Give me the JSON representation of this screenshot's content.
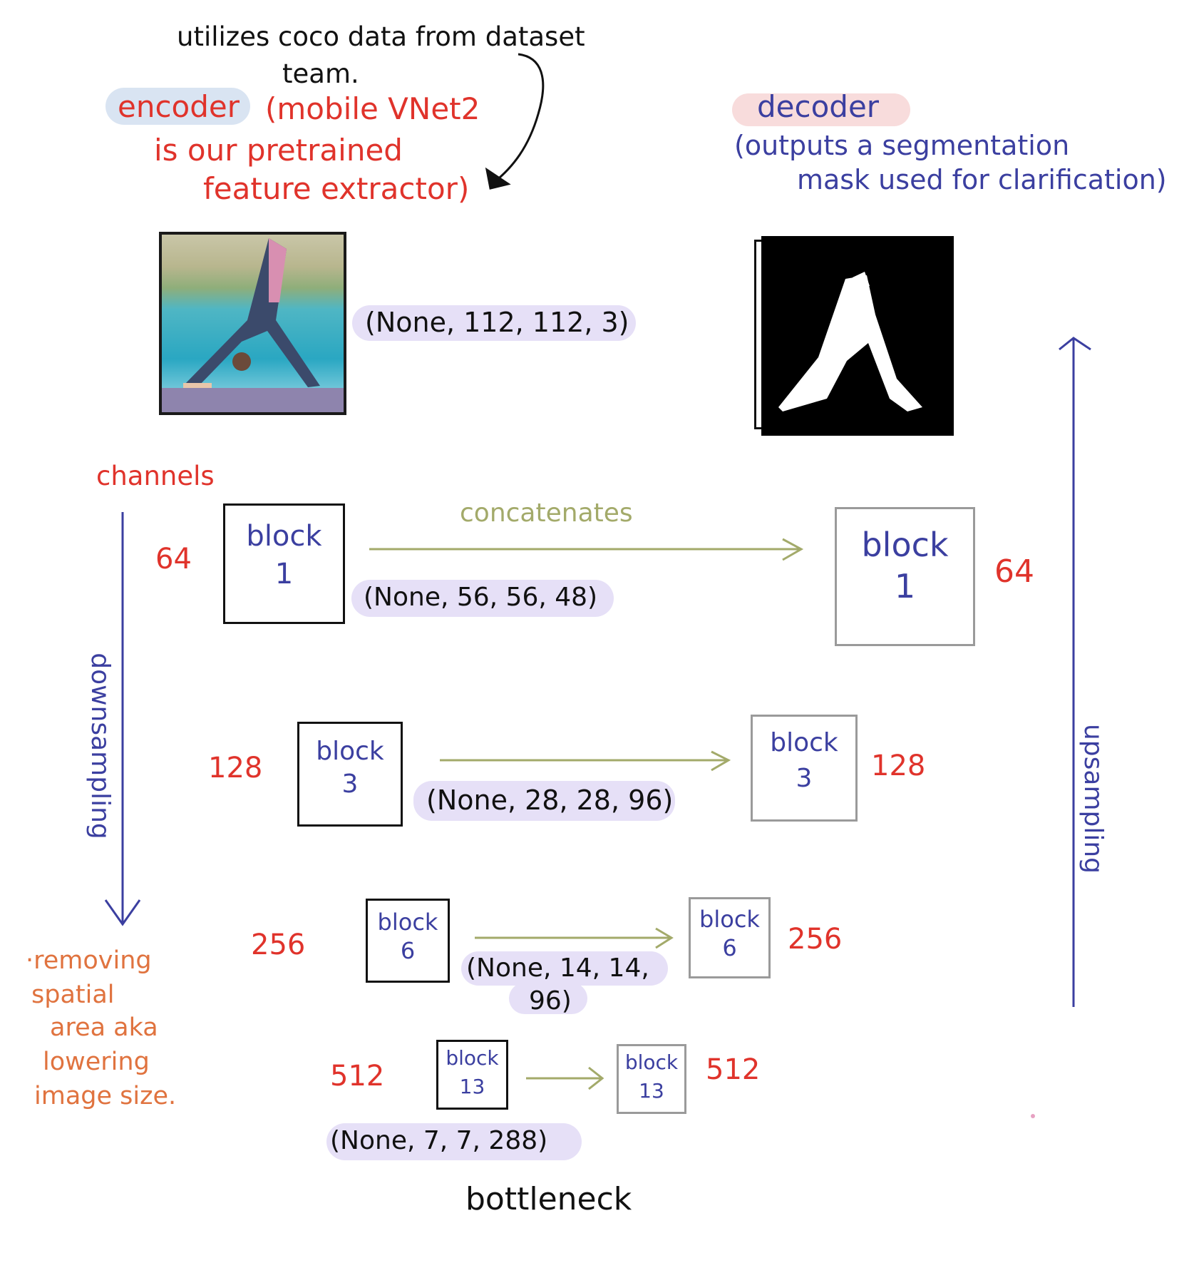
{
  "notes": {
    "coco_line1": "utilizes coco data from dataset",
    "coco_line2": "team.",
    "encoder_title": "encoder",
    "encoder_desc_line1": "(mobile VNet2",
    "encoder_desc_line2": "is our pretrained",
    "encoder_desc_line3": "feature extractor)",
    "decoder_title": "decoder",
    "decoder_desc_line1": "(outputs a segmentation",
    "decoder_desc_line2": "mask used for clarification)",
    "channels": "channels",
    "downsampling": "downsampling",
    "upsampling": "upsampling",
    "concatenates": "concatenates",
    "removing_line1": "·removing",
    "removing_line2": "spatial",
    "removing_line3": "area aka",
    "removing_line4": "lowering",
    "removing_line5": "image size.",
    "bottleneck": "bottleneck"
  },
  "shapes": {
    "input": "(None, 112, 112, 3)",
    "block1": "(None, 56, 56, 48)",
    "block3": "(None, 28, 28, 96)",
    "block6_line1": "(None, 14, 14,",
    "block6_line2": "96)",
    "block13": "(None, 7, 7, 288)"
  },
  "encoder_blocks": [
    {
      "line1": "block",
      "line2": "1",
      "channels": "64"
    },
    {
      "line1": "block",
      "line2": "3",
      "channels": "128"
    },
    {
      "line1": "block",
      "line2": "6",
      "channels": "256"
    },
    {
      "line1": "block",
      "line2": "13",
      "channels": "512"
    }
  ],
  "decoder_blocks": [
    {
      "line1": "block",
      "line2": "1",
      "channels": "64"
    },
    {
      "line1": "block",
      "line2": "3",
      "channels": "128"
    },
    {
      "line1": "block",
      "line2": "6",
      "channels": "256"
    },
    {
      "line1": "block",
      "line2": "13",
      "channels": "512"
    }
  ],
  "colors": {
    "annotation_red": "#e0332b",
    "annotation_blue": "#3b3fa0",
    "concat_olive": "#a3aa6a",
    "note_orange": "#e0733f",
    "shape_highlight": "#e6e0f7",
    "encoder_highlight": "#d9e4f2",
    "decoder_highlight": "#f8dcdc"
  }
}
